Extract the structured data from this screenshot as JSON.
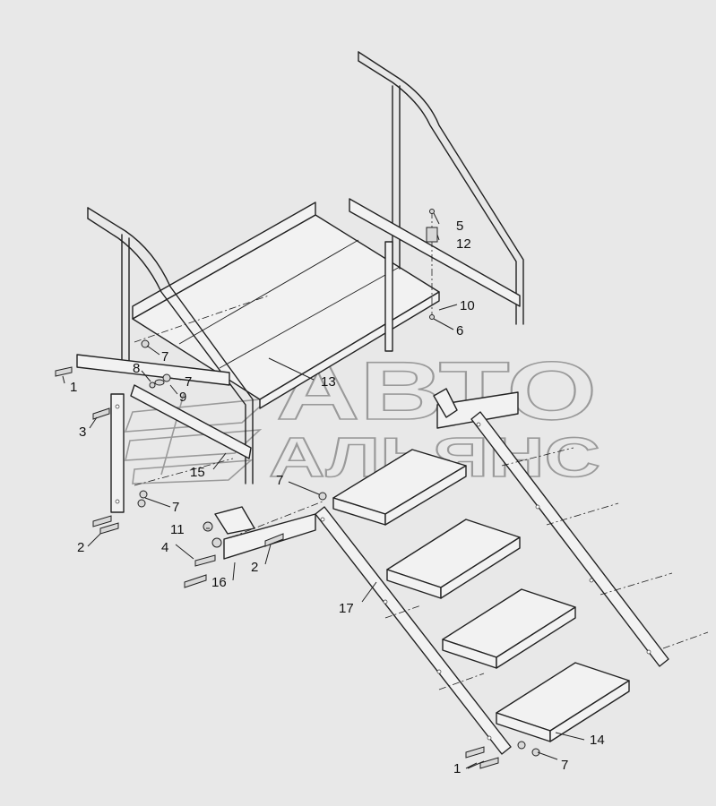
{
  "watermark": {
    "line1": "АВТО",
    "line2": "АЛЬЯНС"
  },
  "callouts": {
    "c1a": "1",
    "c1b": "1",
    "c2a": "2",
    "c2b": "2",
    "c3": "3",
    "c4": "4",
    "c5": "5",
    "c6": "6",
    "c7a": "7",
    "c7b": "7",
    "c7c": "7",
    "c7d": "7",
    "c7e": "7",
    "c8": "8",
    "c9": "9",
    "c10": "10",
    "c11": "11",
    "c12": "12",
    "c13": "13",
    "c14": "14",
    "c15": "15",
    "c16": "16",
    "c17": "17"
  },
  "colors": {
    "background": "#e8e8e8",
    "lines": "#222222",
    "watermark": "#9a9a9a"
  }
}
